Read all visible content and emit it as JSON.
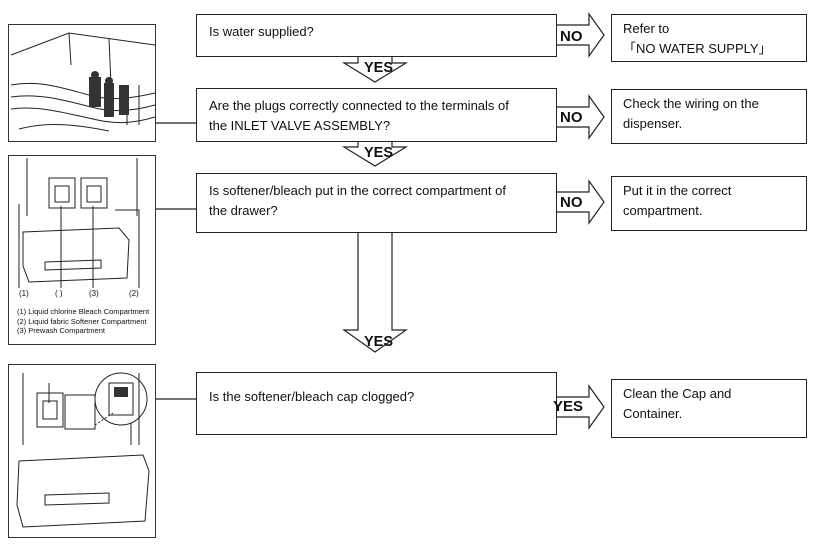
{
  "steps": [
    {
      "question": "Is water supplied?",
      "answer_label": "NO",
      "continue_label": "YES",
      "answer_lines": [
        "Refer to",
        "「NO WATER SUPPLY」"
      ]
    },
    {
      "question_lines": [
        "Are the plugs correctly connected to the terminals of",
        "the INLET VALVE ASSEMBLY?"
      ],
      "answer_label": "NO",
      "continue_label": "YES",
      "answer_lines": [
        "Check the wiring on the",
        "dispenser."
      ]
    },
    {
      "question_lines": [
        "Is softener/bleach put in the correct compartment of",
        "the drawer?"
      ],
      "answer_label": "NO",
      "continue_label": "YES",
      "answer_lines": [
        "Put it in the correct",
        "compartment."
      ]
    },
    {
      "question": "Is the softener/bleach cap clogged?",
      "answer_label": "YES",
      "answer_lines": [
        "Clean the Cap and",
        "Container."
      ]
    }
  ],
  "drawer_figure": {
    "callouts": [
      "(1)",
      "( )",
      "(3)",
      "(2)"
    ],
    "legend": [
      "(1) Liquid chlorine Bleach Compartment",
      "(2) Liquid fabric Softener Compartment",
      "(3) Prewash Compartment"
    ]
  }
}
